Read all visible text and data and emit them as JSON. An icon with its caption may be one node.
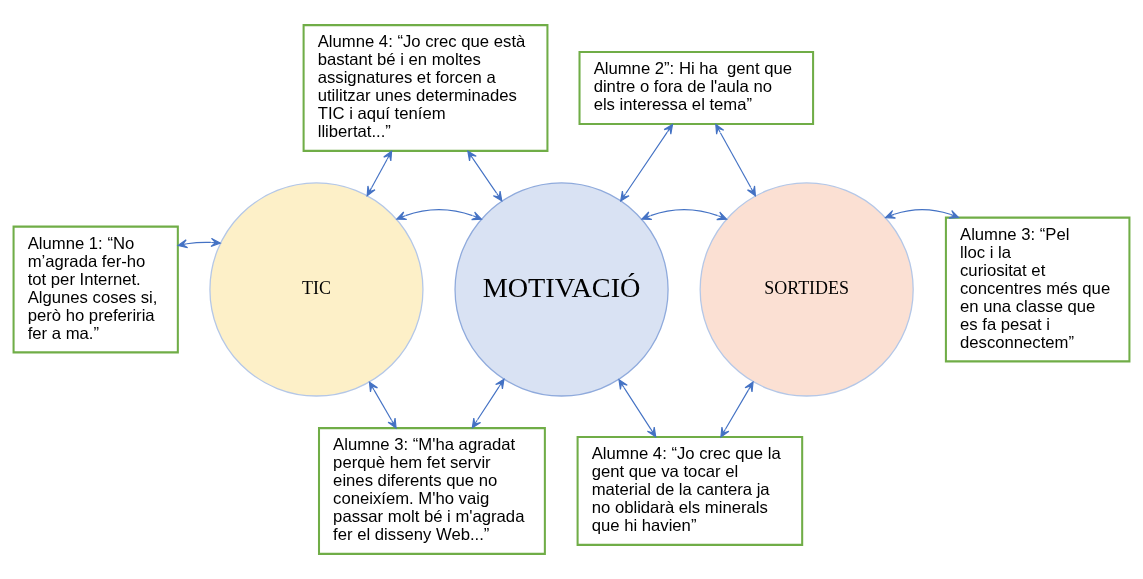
{
  "diagram": {
    "nodes": [
      {
        "text": [
          "Alumne 4: “Jo crec que està bastant bé i en moltes assignatures et forcen a utilitzar unes determinades TIC i aquí teníem llibertat...”"
        ]
      },
      {
        "text": [
          "Alumne 2”: Hi ha  gent que dintre o fora de l'aula no els interessa el tema”"
        ]
      },
      {
        "text": [
          "Alumne 1: “No m’agrada fer-ho tot per Internet. Algunes coses si, però ho preferiria fer a ma.”"
        ]
      },
      {
        "text": [
          "TIC"
        ]
      },
      {
        "text": [
          "MOTIVACIÓ"
        ]
      },
      {
        "text": [
          "SORTIDES"
        ]
      },
      {
        "text": [
          "Alumne 3: “Pel lloc i la curiositat et concentres més que en una classe que es fa pesat i desconnectem”"
        ]
      },
      {
        "text": [
          "Alumne 3: “M'ha agradat perquè hem fet servir eines diferents que no coneixíem. M'ho vaig passar molt bé i m'agrada fer el disseny Web...”"
        ]
      },
      {
        "text": [
          "Alumne 4: “Jo crec que la gent que va tocar el material de la cantera ja no oblidarà els minerals que hi havien”"
        ]
      }
    ],
    "edges": [
      {
        "from": 0,
        "to": 3,
        "arrow": "both"
      },
      {
        "from": 0,
        "to": 4,
        "arrow": "both"
      },
      {
        "from": 4,
        "to": 1,
        "arrow": "both"
      },
      {
        "from": 1,
        "to": 5,
        "arrow": "both"
      },
      {
        "from": 2,
        "to": 3,
        "arrow": "both"
      },
      {
        "from": 3,
        "to": 4,
        "arrow": "both"
      },
      {
        "from": 4,
        "to": 5,
        "arrow": "both"
      },
      {
        "from": 5,
        "to": 6,
        "arrow": "both"
      },
      {
        "from": 3,
        "to": 7,
        "arrow": "both"
      },
      {
        "from": 4,
        "to": 7,
        "arrow": "both"
      },
      {
        "from": 4,
        "to": 8,
        "arrow": "both"
      },
      {
        "from": 5,
        "to": 8,
        "arrow": "both"
      }
    ]
  }
}
